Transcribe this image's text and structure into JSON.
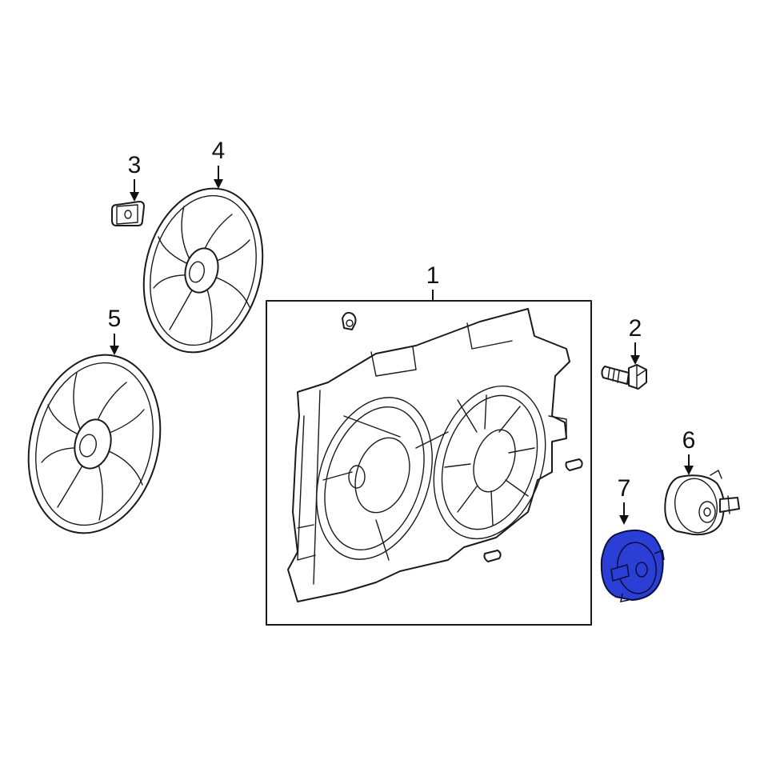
{
  "callouts": {
    "c1": "1",
    "c2": "2",
    "c3": "3",
    "c4": "4",
    "c5": "5",
    "c6": "6",
    "c7": "7"
  },
  "highlight_color": "#2b3fd6",
  "highlight_stroke": "#0a1040",
  "highlighted_part": "7"
}
